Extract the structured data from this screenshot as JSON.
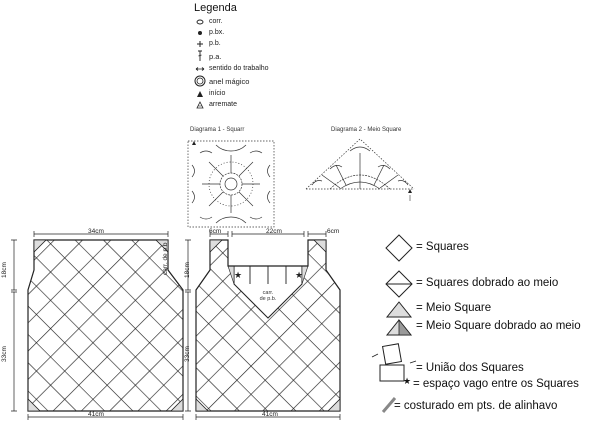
{
  "legend": {
    "title": "Legenda",
    "items": [
      {
        "icon": "chain-oval-icon",
        "label": "corr."
      },
      {
        "icon": "slip-stitch-dot-icon",
        "label": "p.bx."
      },
      {
        "icon": "single-crochet-cross-icon",
        "label": "p.b."
      },
      {
        "icon": "double-crochet-icon",
        "label": "p.a."
      },
      {
        "icon": "double-arrow-icon",
        "label": "sentido do trabalho"
      },
      {
        "icon": "magic-ring-icon",
        "label": "anel mágico"
      },
      {
        "icon": "start-triangle-icon",
        "label": "início"
      },
      {
        "icon": "finish-triangle-icon",
        "label": "arremate"
      }
    ]
  },
  "diagrams": {
    "square_title": "Diagrama 1 - Squarr",
    "half_title": "Diagrama 2 - Meio Square"
  },
  "panel_left": {
    "width_top": "34cm",
    "width_bottom": "41cm",
    "height_top": "18cm",
    "height_bottom": "33cm",
    "note": "carr. de p.b"
  },
  "panel_right": {
    "side_left": "6cm",
    "center": "22cm",
    "side_right": "6cm",
    "height_top": "18cm",
    "height_bottom": "33cm",
    "width_bottom": "41cm",
    "note_line1": "carr.",
    "note_line2": "de p.b."
  },
  "key": [
    {
      "icon": "square-icon",
      "label": "= Squares"
    },
    {
      "icon": "folded-square-icon",
      "label": "= Squares dobrado ao meio"
    },
    {
      "icon": "half-square-icon",
      "label": "= Meio Square"
    },
    {
      "icon": "folded-half-square-icon",
      "label": "= Meio Square dobrado ao meio"
    },
    {
      "icon": "joined-squares-icon",
      "label": "= União dos Squares"
    },
    {
      "icon": "star-icon",
      "label": "= espaço vago entre os Squares"
    },
    {
      "icon": "basting-line-icon",
      "label": "= costurado em pts. de alinhavo"
    }
  ],
  "colors": {
    "line": "#222222",
    "fill": "#dddddd",
    "dark_fill": "#9a9a9a"
  }
}
